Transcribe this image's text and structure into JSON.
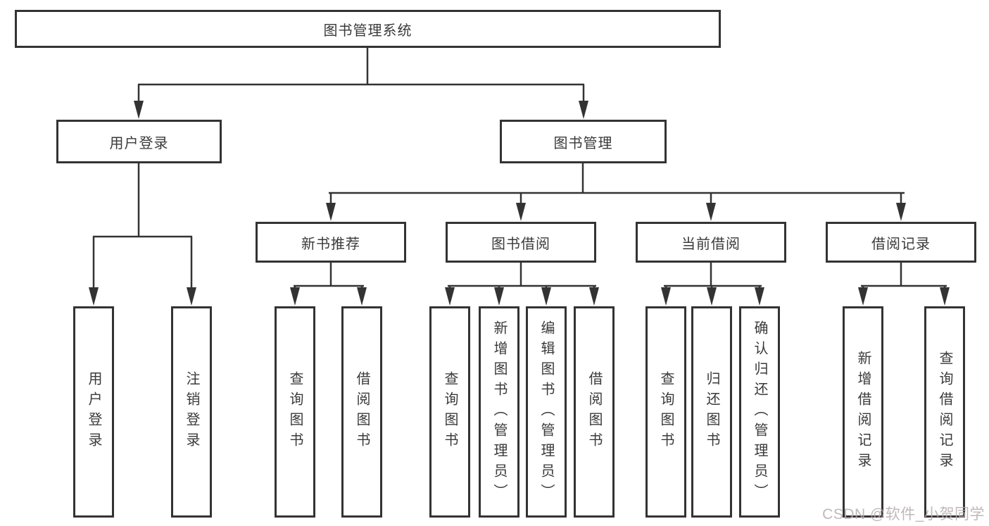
{
  "diagram": {
    "type": "hierarchy-tree",
    "nodes": {
      "root": {
        "label": "图书管理系统"
      },
      "userLogin": {
        "label": "用户登录"
      },
      "bookMgmt": {
        "label": "图书管理"
      },
      "newBookRec": {
        "label": "新书推荐"
      },
      "bookBorrow": {
        "label": "图书借阅"
      },
      "currentBorrow": {
        "label": "当前借阅"
      },
      "borrowRecords": {
        "label": "借阅记录"
      },
      "leafUserLogin": {
        "label": "用户登录"
      },
      "leafLogout": {
        "label": "注销登录"
      },
      "leafQueryBooks1": {
        "label": "查询图书"
      },
      "leafBorrowBooks1": {
        "label": "借阅图书"
      },
      "leafQueryBooks2": {
        "label": "查询图书"
      },
      "leafAddBooks": {
        "label": "新增图书（管理员）"
      },
      "leafEditBooks": {
        "label": "编辑图书（管理员）"
      },
      "leafBorrowBooks2": {
        "label": "借阅图书"
      },
      "leafQueryBooks3": {
        "label": "查询图书"
      },
      "leafReturnBooks": {
        "label": "归还图书"
      },
      "leafConfirmReturn": {
        "label": "确认归还（管理员）"
      },
      "leafAddBorrowRec": {
        "label": "新增借阅记录"
      },
      "leafQueryBorrowRec": {
        "label": "查询借阅记录"
      }
    },
    "hierarchy": {
      "图书管理系统": {
        "用户登录": [
          "用户登录",
          "注销登录"
        ],
        "图书管理": {
          "新书推荐": [
            "查询图书",
            "借阅图书"
          ],
          "图书借阅": [
            "查询图书",
            "新增图书（管理员）",
            "编辑图书（管理员）",
            "借阅图书"
          ],
          "当前借阅": [
            "查询图书",
            "归还图书",
            "确认归还（管理员）"
          ],
          "借阅记录": [
            "新增借阅记录",
            "查询借阅记录"
          ]
        }
      }
    }
  },
  "watermark": {
    "text": "CSDN @软件_小贺同学"
  },
  "colors": {
    "line": "#333333",
    "text": "#3a3a3a",
    "background": "#ffffff",
    "watermark": "#c9c2c2"
  }
}
